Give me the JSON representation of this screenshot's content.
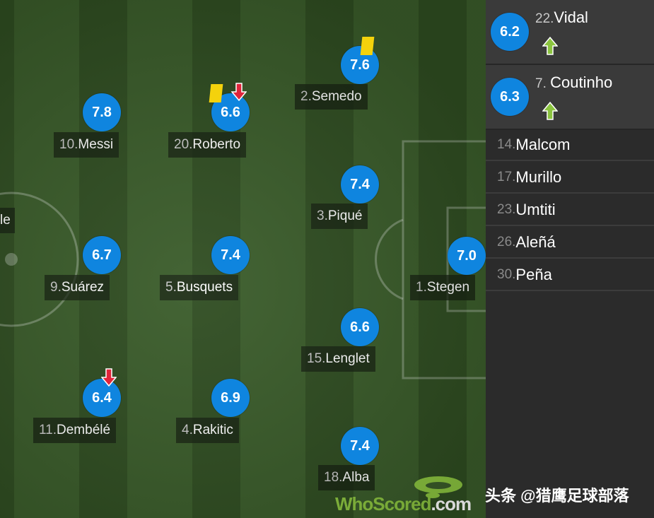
{
  "players": [
    {
      "id": "messi",
      "rating": "7.8",
      "num": "10.",
      "name": "Messi"
    },
    {
      "id": "roberto",
      "rating": "6.6",
      "num": "20.",
      "name": "Roberto"
    },
    {
      "id": "semedo",
      "rating": "7.6",
      "num": "2. ",
      "name": "Semedo"
    },
    {
      "id": "pique",
      "rating": "7.4",
      "num": "3. ",
      "name": "Piqué"
    },
    {
      "id": "suarez",
      "rating": "6.7",
      "num": "9. ",
      "name": "Suárez"
    },
    {
      "id": "busquets",
      "rating": "7.4",
      "num": "5. ",
      "name": "Busquets"
    },
    {
      "id": "stegen",
      "rating": "7.0",
      "num": "1. ",
      "name": "Stegen"
    },
    {
      "id": "lenglet",
      "rating": "6.6",
      "num": "15.",
      "name": "Lenglet"
    },
    {
      "id": "dembele",
      "rating": "6.4",
      "num": "11.",
      "name": "Dembélé"
    },
    {
      "id": "rakitic",
      "rating": "6.9",
      "num": "4. ",
      "name": "Rakitic"
    },
    {
      "id": "alba",
      "rating": "7.4",
      "num": "18.",
      "name": "Alba"
    }
  ],
  "offscreen_label": "le",
  "substitutes_in": [
    {
      "rating": "6.2",
      "num": "22.",
      "name": "Vidal"
    },
    {
      "rating": "6.3",
      "num": "7. ",
      "name": "Coutinho"
    }
  ],
  "bench": [
    {
      "num": "14.",
      "name": "Malcom"
    },
    {
      "num": "17.",
      "name": "Murillo"
    },
    {
      "num": "23.",
      "name": "Umtiti"
    },
    {
      "num": "26.",
      "name": "Aleñá"
    },
    {
      "num": "30.",
      "name": "Peña"
    }
  ],
  "logo_text_main": "WhoScored",
  "logo_text_dot": ".com",
  "watermark": "头条 @猎鹰足球部落",
  "colors": {
    "rating_bubble": "#0f85df",
    "yellow_card": "#f4d20c",
    "sub_off_arrow": "#e0243a",
    "sub_on_arrow": "#8bc43f"
  }
}
